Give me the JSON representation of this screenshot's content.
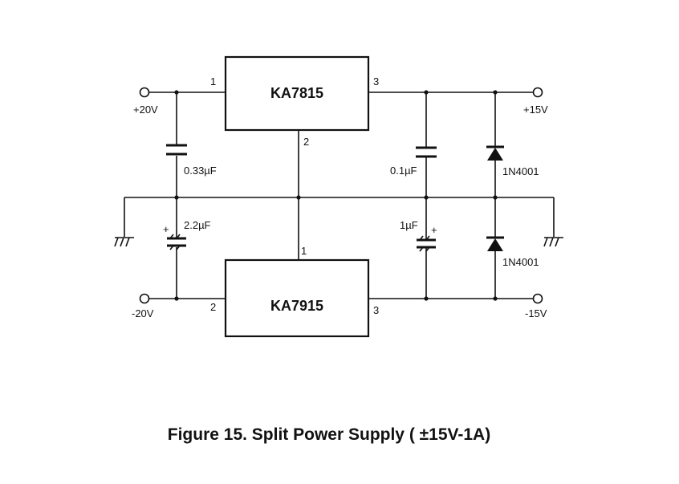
{
  "regulators": {
    "positive": {
      "name": "KA7815",
      "pin_in": "1",
      "pin_gnd": "2",
      "pin_out": "3"
    },
    "negative": {
      "name": "KA7915",
      "pin_gnd": "1",
      "pin_in": "2",
      "pin_out": "3"
    }
  },
  "terminals": {
    "in_pos": "+20V",
    "in_neg": "-20V",
    "out_pos": "+15V",
    "out_neg": "-15V"
  },
  "capacitors": {
    "c_in_pos": "0.33µF",
    "c_in_neg": "2.2µF",
    "c_out_pos": "0.1µF",
    "c_out_neg": "1µF",
    "plus_sign": "+"
  },
  "diodes": {
    "d_pos": "1N4001",
    "d_neg": "1N4001"
  },
  "caption": "Figure 15. Split Power Supply ( ±15V-1A)"
}
